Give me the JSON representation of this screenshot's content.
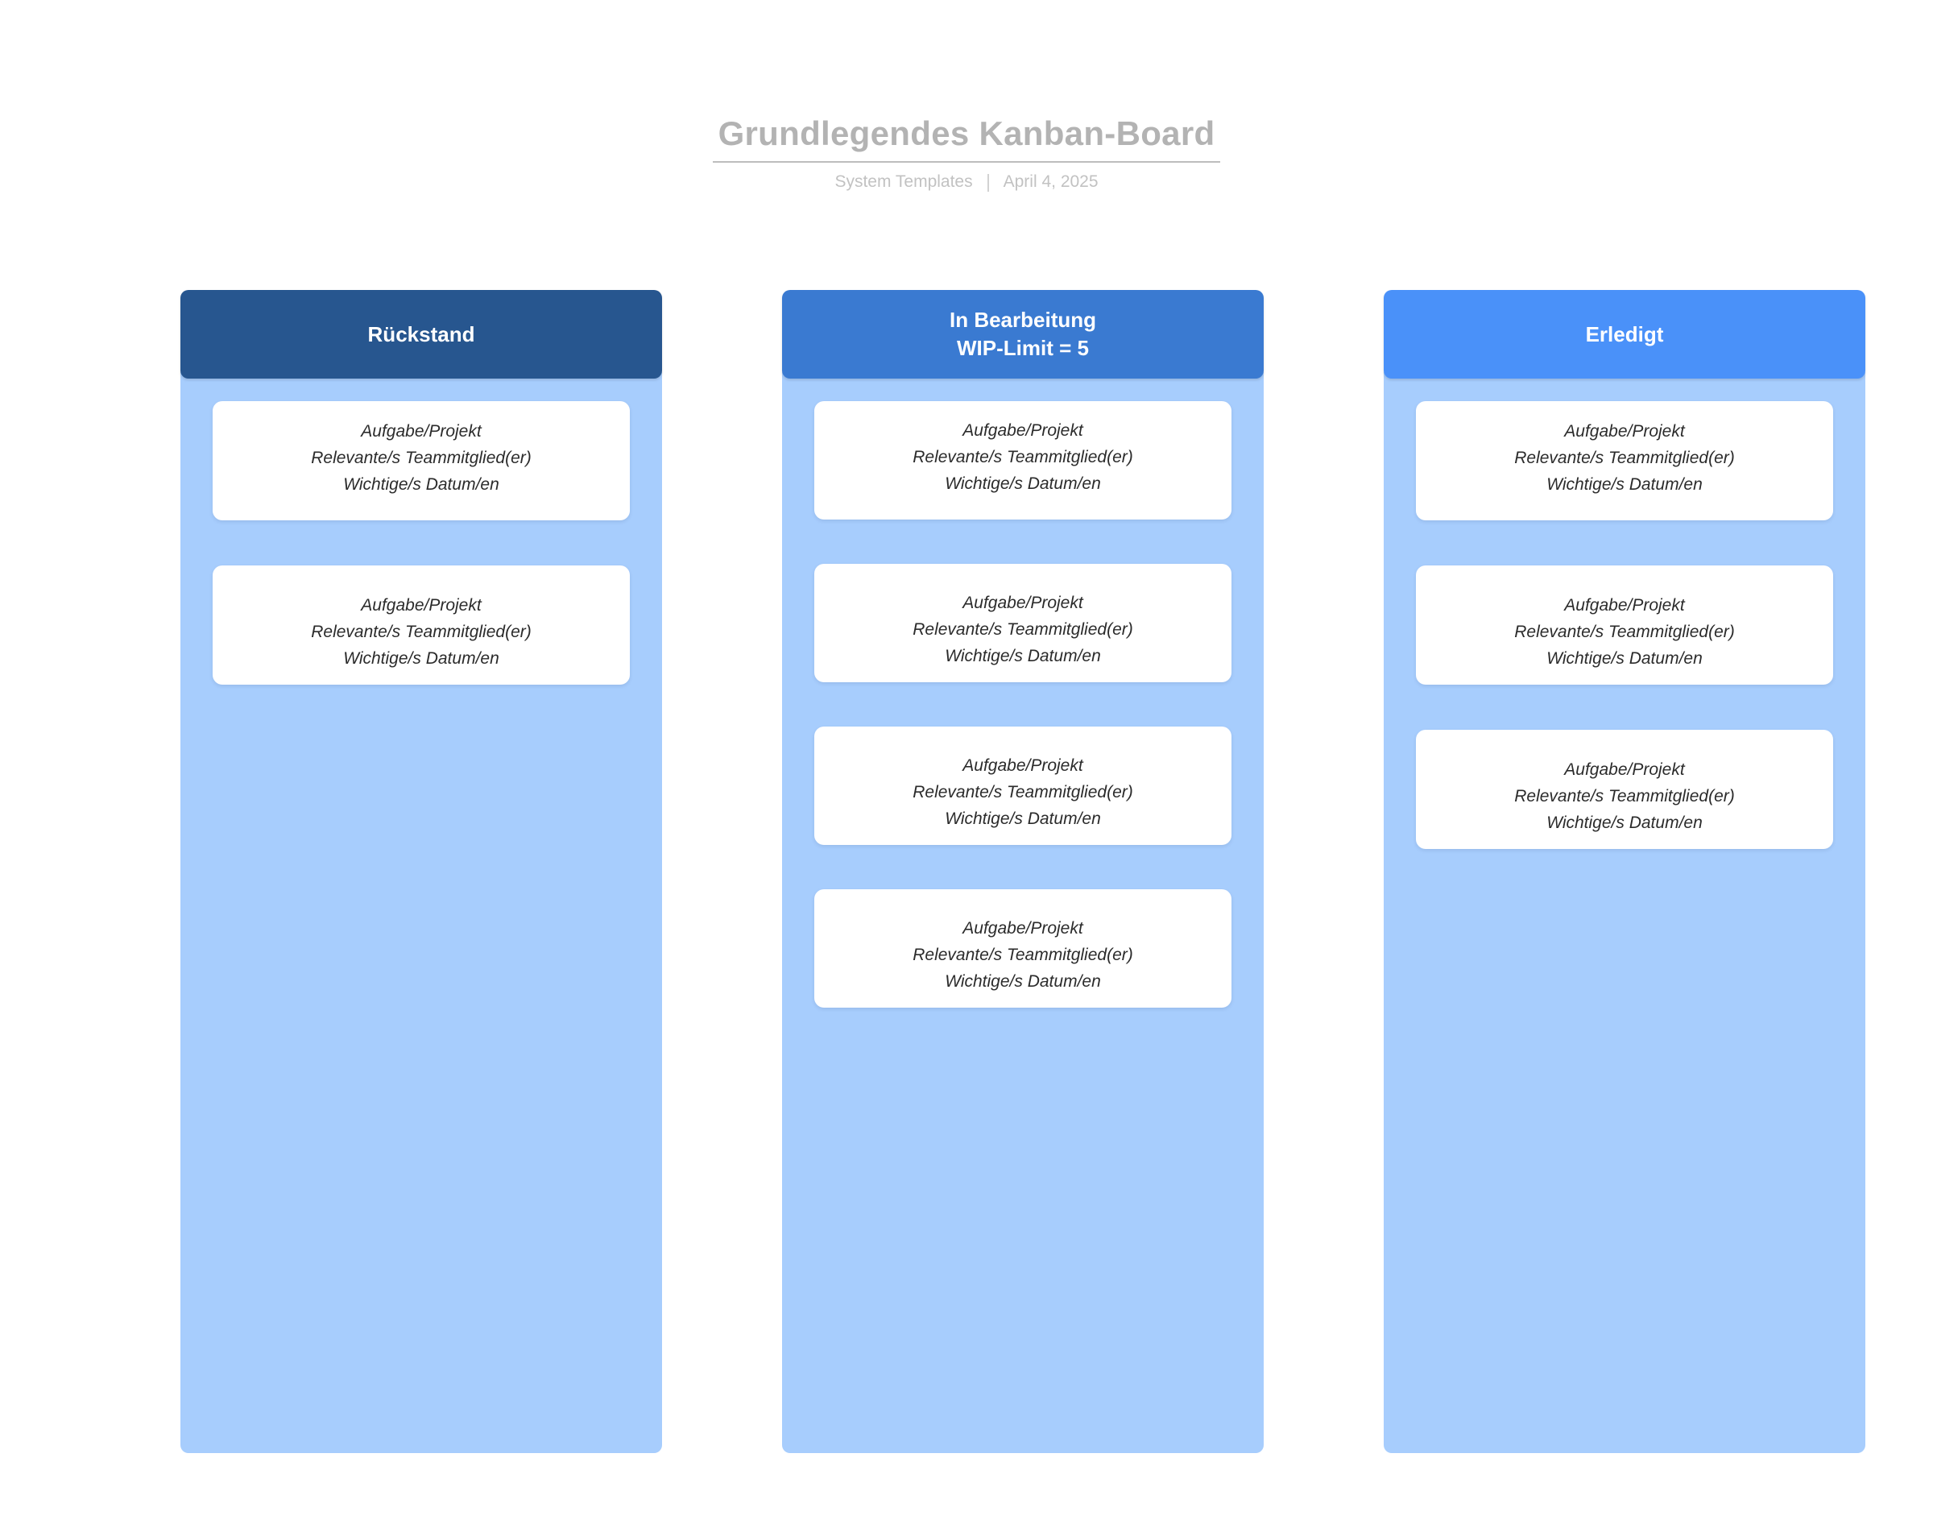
{
  "header": {
    "title": "Grundlegendes Kanban-Board",
    "source": "System Templates",
    "date": "April 4, 2025",
    "separator": "|"
  },
  "card_template": {
    "line1": "Aufgabe/Projekt",
    "line2": "Relevante/s Teammitglied(er)",
    "line3": "Wichtige/s Datum/en"
  },
  "colors": {
    "backlog_header": "#27568f",
    "progress_header": "#3a7ad1",
    "done_header": "#4a91f9",
    "column_body": "#a7cdfd",
    "card_background": "#ffffff",
    "title_text": "#b3b3b3",
    "card_text": "#2b2b2b"
  },
  "columns": [
    {
      "id": "backlog",
      "title": "Rückstand",
      "subtitle": "",
      "card_count": 2,
      "body_height": 1342,
      "cards": [
        {
          "line1": "Aufgabe/Projekt",
          "line2": "Relevante/s Teammitglied(er)",
          "line3": "Wichtige/s Datum/en",
          "align": "nudge-up"
        },
        {
          "line1": "Aufgabe/Projekt",
          "line2": "Relevante/s Teammitglied(er)",
          "line3": "Wichtige/s Datum/en",
          "align": "nudge-down"
        }
      ]
    },
    {
      "id": "in-progress",
      "title": "In Bearbeitung",
      "subtitle": "WIP-Limit = 5",
      "card_count": 4,
      "body_height": 1342,
      "cards": [
        {
          "line1": "Aufgabe/Projekt",
          "line2": "Relevante/s Teammitglied(er)",
          "line3": "Wichtige/s Datum/en",
          "align": "nudge-up"
        },
        {
          "line1": "Aufgabe/Projekt",
          "line2": "Relevante/s Teammitglied(er)",
          "line3": "Wichtige/s Datum/en",
          "align": "nudge-down"
        },
        {
          "line1": "Aufgabe/Projekt",
          "line2": "Relevante/s Teammitglied(er)",
          "line3": "Wichtige/s Datum/en",
          "align": "nudge-down"
        },
        {
          "line1": "Aufgabe/Projekt",
          "line2": "Relevante/s Teammitglied(er)",
          "line3": "Wichtige/s Datum/en",
          "align": "nudge-down"
        }
      ]
    },
    {
      "id": "done",
      "title": "Erledigt",
      "subtitle": "",
      "card_count": 3,
      "body_height": 1342,
      "cards": [
        {
          "line1": "Aufgabe/Projekt",
          "line2": "Relevante/s Teammitglied(er)",
          "line3": "Wichtige/s Datum/en",
          "align": "nudge-up"
        },
        {
          "line1": "Aufgabe/Projekt",
          "line2": "Relevante/s Teammitglied(er)",
          "line3": "Wichtige/s Datum/en",
          "align": "nudge-down"
        },
        {
          "line1": "Aufgabe/Projekt",
          "line2": "Relevante/s Teammitglied(er)",
          "line3": "Wichtige/s Datum/en",
          "align": "nudge-down"
        }
      ]
    }
  ]
}
